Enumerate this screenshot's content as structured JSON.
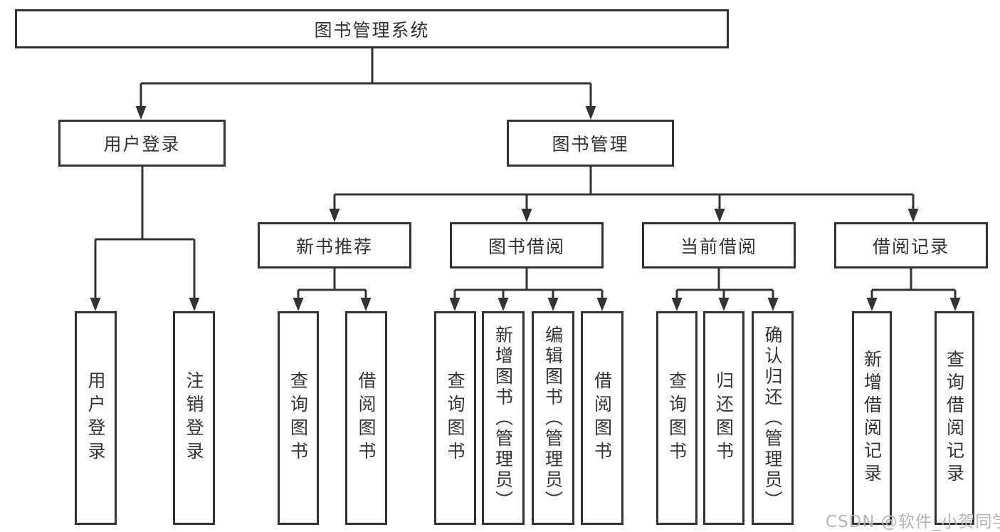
{
  "diagram": {
    "title": "图书管理系统",
    "nodes": {
      "root": {
        "label": "图书管理系统"
      },
      "level2": [
        {
          "label": "用户登录"
        },
        {
          "label": "图书管理"
        }
      ],
      "level3": [
        {
          "label": "新书推荐",
          "parent": "图书管理"
        },
        {
          "label": "图书借阅",
          "parent": "图书管理"
        },
        {
          "label": "当前借阅",
          "parent": "图书管理"
        },
        {
          "label": "借阅记录",
          "parent": "图书管理"
        }
      ],
      "leaves": [
        {
          "label": "用户登录",
          "parent": "用户登录"
        },
        {
          "label": "注销登录",
          "parent": "用户登录"
        },
        {
          "label": "查询图书",
          "parent": "新书推荐"
        },
        {
          "label": "借阅图书",
          "parent": "新书推荐"
        },
        {
          "label": "查询图书",
          "parent": "图书借阅"
        },
        {
          "label": "新增图书（管理员）",
          "parent": "图书借阅"
        },
        {
          "label": "编辑图书（管理员）",
          "parent": "图书借阅"
        },
        {
          "label": "借阅图书",
          "parent": "图书借阅"
        },
        {
          "label": "查询图书",
          "parent": "当前借阅"
        },
        {
          "label": "归还图书",
          "parent": "当前借阅"
        },
        {
          "label": "确认归还（管理员）",
          "parent": "当前借阅"
        },
        {
          "label": "新增借阅记录",
          "parent": "借阅记录"
        },
        {
          "label": "查询借阅记录",
          "parent": "借阅记录"
        }
      ]
    },
    "colors": {
      "line": "#333333",
      "box_fill": "#ffffff",
      "text": "#333333",
      "watermark": "#b5b5b5"
    }
  },
  "watermark": {
    "text": "CSDN @软件_小贺同学"
  }
}
